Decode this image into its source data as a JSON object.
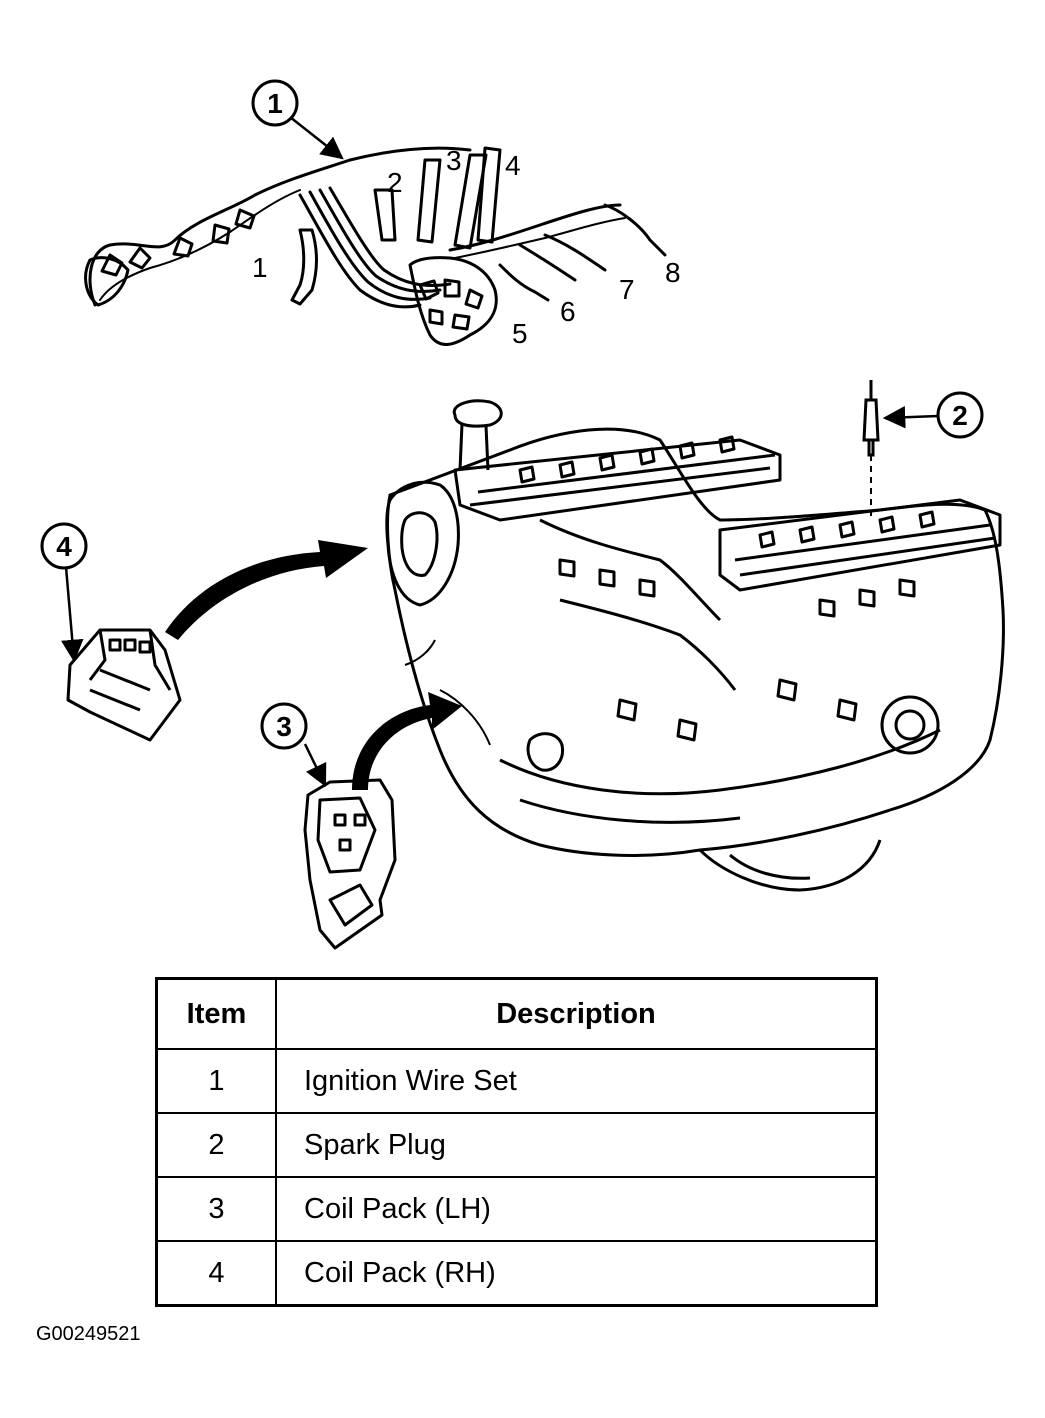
{
  "callouts": [
    "1",
    "2",
    "3",
    "4"
  ],
  "cylinder_numbers": [
    "1",
    "2",
    "3",
    "4",
    "5",
    "6",
    "7",
    "8"
  ],
  "table": {
    "headers": [
      "Item",
      "Description"
    ],
    "rows": [
      {
        "item": "1",
        "description": "Ignition Wire Set"
      },
      {
        "item": "2",
        "description": "Spark Plug"
      },
      {
        "item": "3",
        "description": "Coil Pack (LH)"
      },
      {
        "item": "4",
        "description": "Coil Pack (RH)"
      }
    ]
  },
  "figure_id": "G00249521"
}
